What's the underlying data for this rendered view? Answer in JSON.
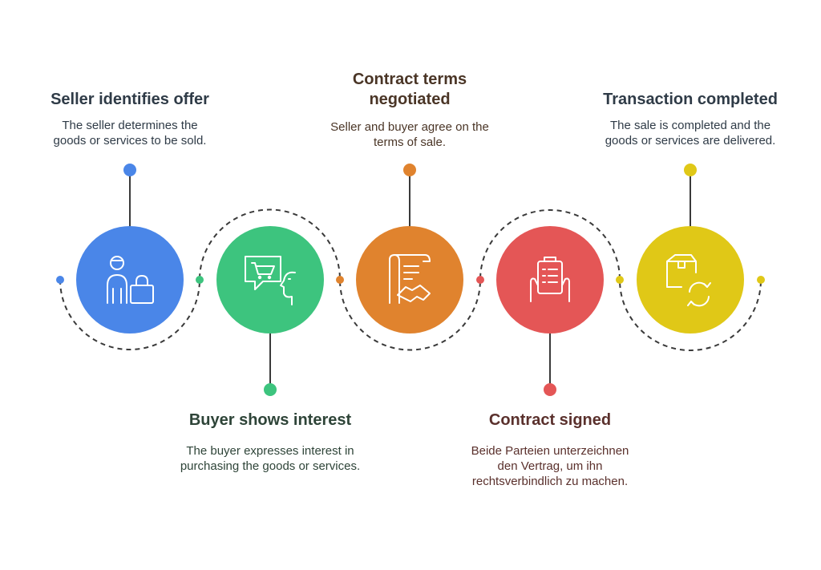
{
  "steps": [
    {
      "title": "Seller identifies offer",
      "description": "The seller determines the goods or services to be sold.",
      "color": "#4A86E8",
      "icon": "seller-shopping-bag-icon",
      "label_position": "top"
    },
    {
      "title": "Buyer shows interest",
      "description": "The buyer expresses interest in purchasing the goods or services.",
      "color": "#3DC47E",
      "icon": "cart-speech-icon",
      "label_position": "bottom"
    },
    {
      "title": "Contract terms negotiated",
      "description": "Seller and buyer agree on the terms of sale.",
      "color": "#E0832E",
      "icon": "contract-handshake-icon",
      "label_position": "top"
    },
    {
      "title": "Contract signed",
      "description": "Beide Parteien unterzeichnen den Vertrag, um ihn rechtsverbindlich zu machen.",
      "color": "#E45656",
      "icon": "clipboard-hands-icon",
      "label_position": "bottom"
    },
    {
      "title": "Transaction completed",
      "description": "The sale is completed and the goods or services are delivered.",
      "color": "#E0C817",
      "icon": "box-refresh-icon",
      "label_position": "top"
    }
  ],
  "title_colors": {
    "top": "#2F3B47",
    "bottom_green": "#2E4438",
    "bottom_red": "#5A302C",
    "orange": "#4A3526"
  },
  "connector_color": "#3A3A3A"
}
